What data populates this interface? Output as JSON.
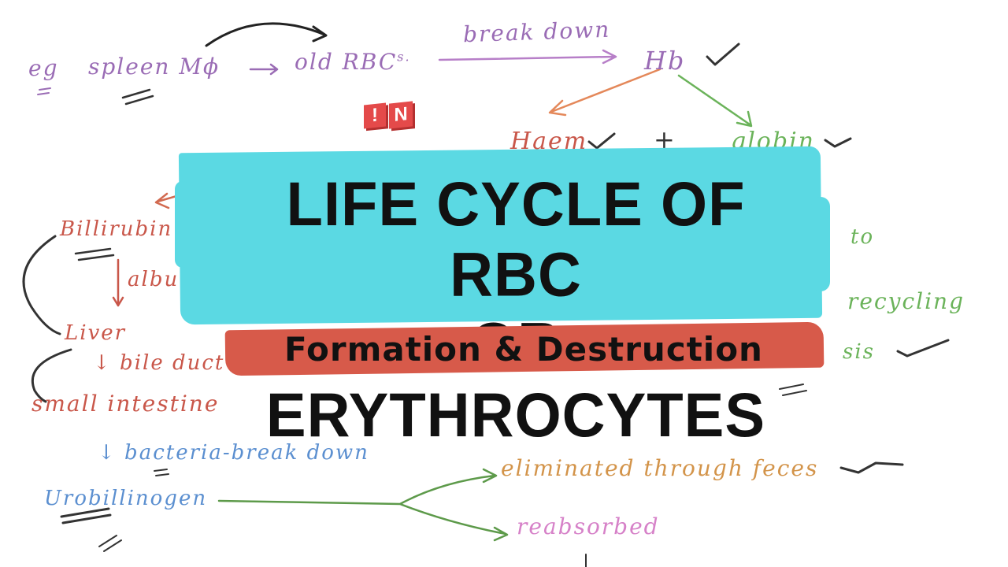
{
  "banner": {
    "title_line1": "LIFE CYCLE OF RBC",
    "title_line2": "OR ERYTHROCYTES",
    "subtitle": "Formation & Destruction"
  },
  "logo": {
    "mark1": "!",
    "mark2": "N"
  },
  "notes": {
    "eg": "eg",
    "spleen": "spleen Mϕ",
    "old_rbcs": "old RBC",
    "old_rbcs_sup": "s.",
    "break_down": "break down",
    "hb": "Hb",
    "haem": "Haem",
    "plus": "+",
    "globin": "globin",
    "billirubin": "Billirubin",
    "albumin": "albu",
    "liver": "Liver",
    "bile_duct": "↓ bile duct",
    "small_intestine": "small intestine",
    "bacteria": "↓ bacteria-break down",
    "urobillinogen": "Urobillinogen",
    "eliminated": "eliminated through feces",
    "reabsorbed": "reabsorbed",
    "to": "to",
    "recycling": "recycling",
    "sis": "sis"
  }
}
